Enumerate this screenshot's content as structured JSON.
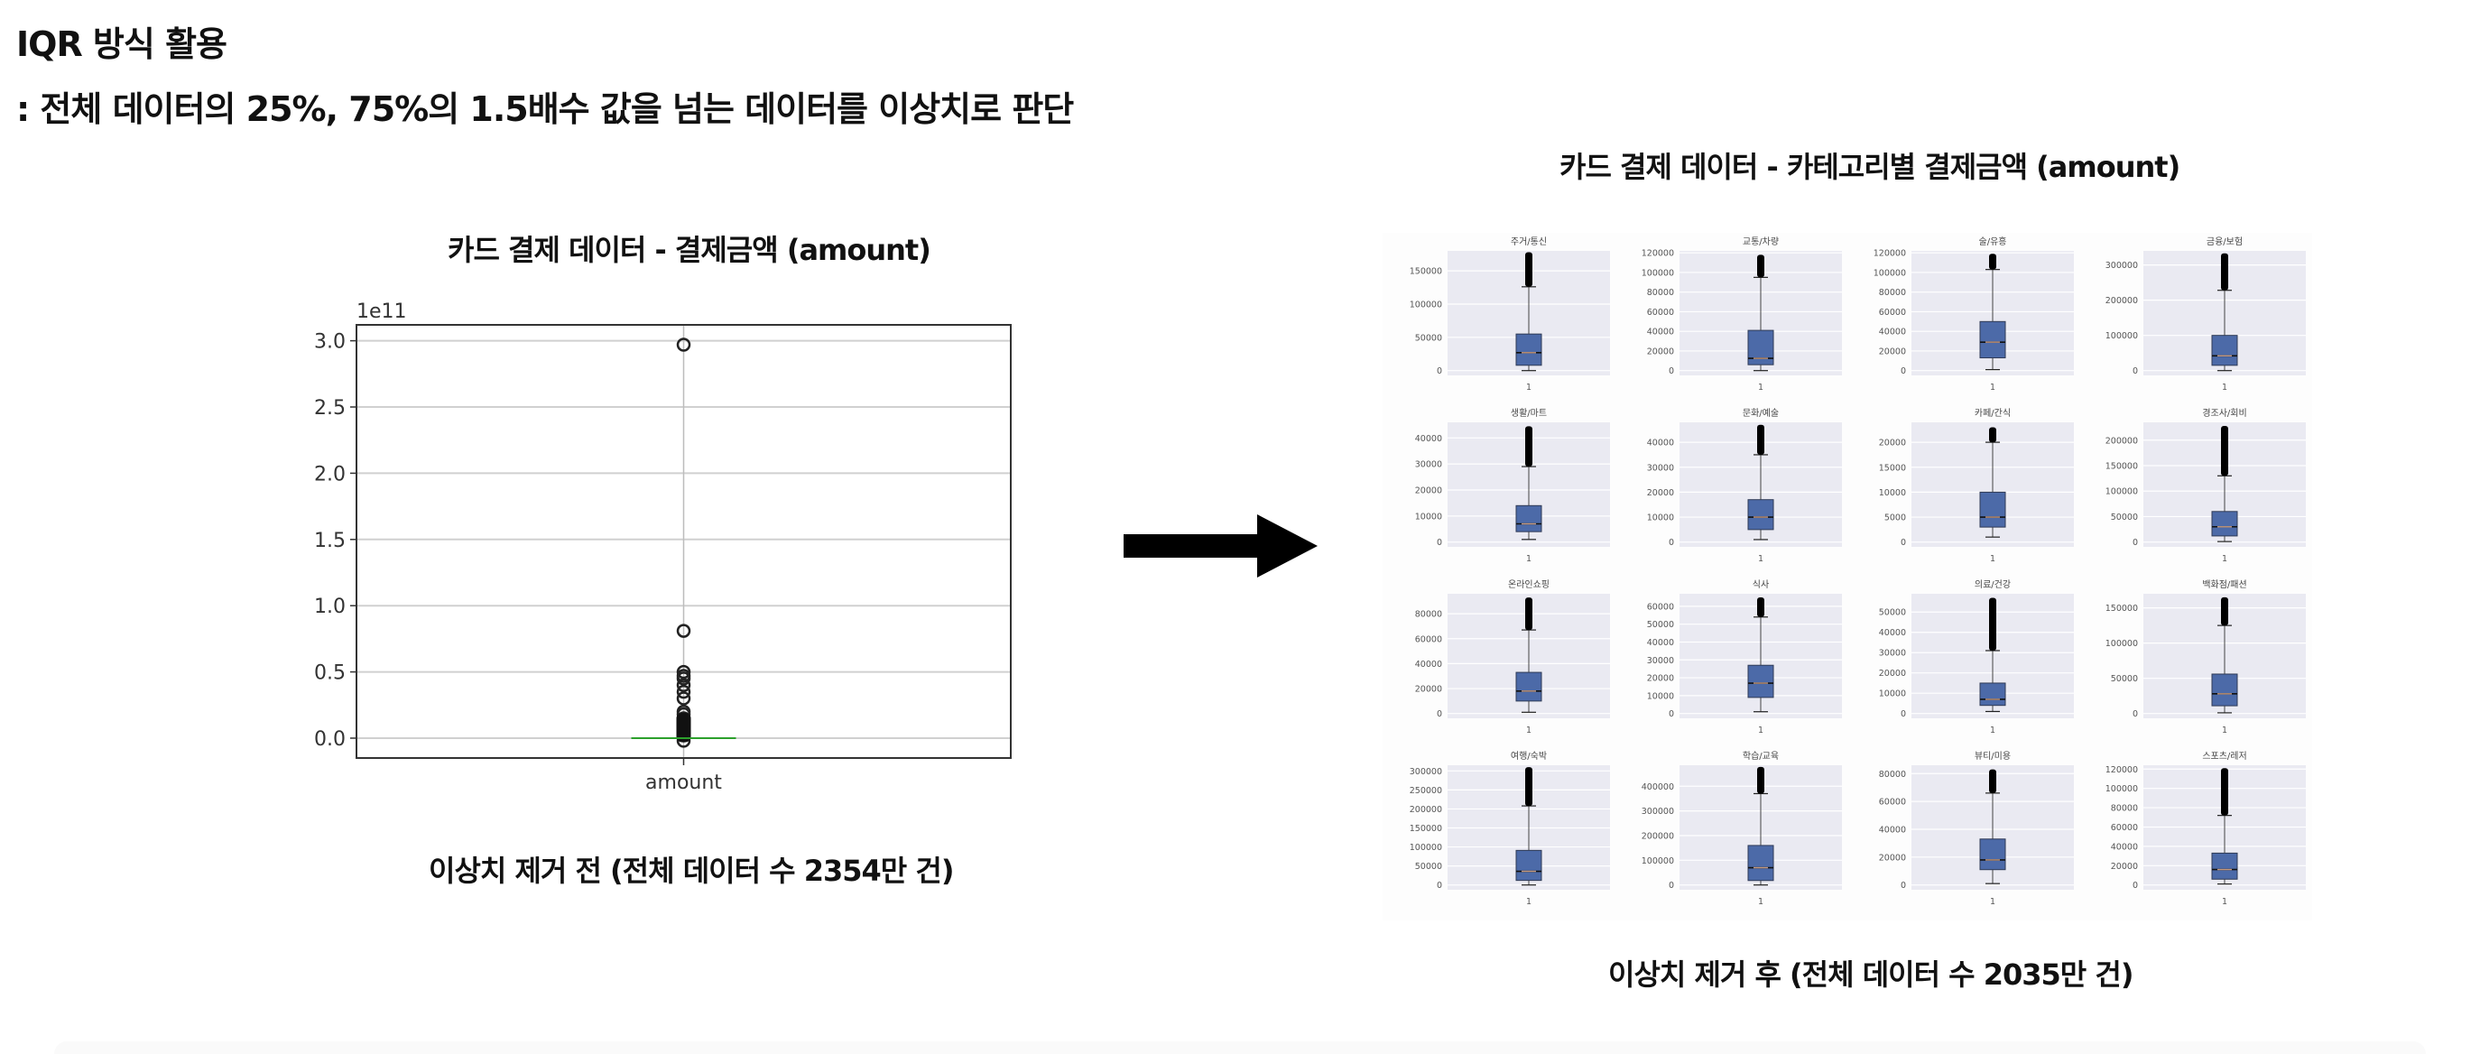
{
  "header": {
    "title": "IQR 방식 활용",
    "subtitle": ": 전체 데이터의 25%, 75%의 1.5배수 값을 넘는 데이터를 이상치로 판단"
  },
  "left_panel": {
    "title": "카드 결제 데이터 -  결제금액 (amount)",
    "caption": "이상치 제거 전 (전체 데이터 수 2354만 건)"
  },
  "right_panel": {
    "title": "카드 결제 데이터 - 카테고리별 결제금액 (amount)",
    "caption": "이상치 제거 후 (전체 데이터 수 2035만 건)"
  },
  "arrow": {
    "icon": "arrow-right-icon",
    "color": "#000000"
  },
  "colors": {
    "box_fill": "#4c6aa8",
    "facet_bg": "#eaeaf2",
    "median_line": "#c4977a",
    "before_median": "#2ca02c"
  },
  "chart_data": [
    {
      "type": "box",
      "title": "카드 결제 데이터 -  결제금액 (amount)",
      "xlabel": "",
      "ylabel": "",
      "categories": [
        "amount"
      ],
      "offset_label": "1e11",
      "yticks": [
        "0.0",
        "0.5",
        "1.0",
        "1.5",
        "2.0",
        "2.5",
        "3.0"
      ],
      "ylim": [
        -0.15,
        3.12
      ],
      "grid": true,
      "box": {
        "q1": 0.0,
        "median": 0.0,
        "q3": 0.0,
        "whisker_low": 0.0,
        "whisker_high": 0.0
      },
      "outliers": [
        2.97,
        0.81,
        0.5,
        0.47,
        0.45,
        0.4,
        0.35,
        0.3,
        0.2,
        0.18,
        0.15,
        0.12,
        0.1,
        0.08,
        0.05,
        0.02,
        -0.02
      ],
      "unit_scale": "1e11"
    },
    {
      "type": "box",
      "title": "카드 결제 데이터 - 카테고리별 결제금액 (amount)",
      "layout": "4x4 facets",
      "xtick": "1",
      "panels": [
        {
          "name": "주거/통신",
          "yticks": [
            0,
            50000,
            100000,
            150000
          ],
          "ymax": 180000,
          "q1": 8000,
          "median": 27000,
          "q3": 55000,
          "whisker_low": 0,
          "whisker_high": 126000,
          "outlier_max": 178000
        },
        {
          "name": "교통/차량",
          "yticks": [
            0,
            20000,
            40000,
            60000,
            80000,
            100000,
            120000
          ],
          "ymax": 122000,
          "q1": 6000,
          "median": 12500,
          "q3": 41000,
          "whisker_low": 0,
          "whisker_high": 95000,
          "outlier_max": 118000
        },
        {
          "name": "술/유흥",
          "yticks": [
            0,
            20000,
            40000,
            60000,
            80000,
            100000,
            120000
          ],
          "ymax": 122000,
          "q1": 13000,
          "median": 29000,
          "q3": 50000,
          "whisker_low": 1000,
          "whisker_high": 103000,
          "outlier_max": 119000
        },
        {
          "name": "금융/보험",
          "yticks": [
            0,
            100000,
            200000,
            300000
          ],
          "ymax": 340000,
          "q1": 15000,
          "median": 42000,
          "q3": 100000,
          "whisker_low": 0,
          "whisker_high": 228000,
          "outlier_max": 333000
        },
        {
          "name": "생활/마트",
          "yticks": [
            0,
            10000,
            20000,
            30000,
            40000
          ],
          "ymax": 46000,
          "q1": 4000,
          "median": 7000,
          "q3": 14000,
          "whisker_low": 1000,
          "whisker_high": 29000,
          "outlier_max": 44500
        },
        {
          "name": "문화/예술",
          "yticks": [
            0,
            10000,
            20000,
            30000,
            40000
          ],
          "ymax": 48000,
          "q1": 5000,
          "median": 10000,
          "q3": 17000,
          "whisker_low": 1000,
          "whisker_high": 35000,
          "outlier_max": 47000
        },
        {
          "name": "카페/간식",
          "yticks": [
            0,
            5000,
            10000,
            15000,
            20000
          ],
          "ymax": 24000,
          "q1": 3000,
          "median": 5000,
          "q3": 10000,
          "whisker_low": 1000,
          "whisker_high": 20000,
          "outlier_max": 23000
        },
        {
          "name": "경조사/회비",
          "yticks": [
            0,
            50000,
            100000,
            150000,
            200000
          ],
          "ymax": 235000,
          "q1": 12000,
          "median": 30000,
          "q3": 60000,
          "whisker_low": 1000,
          "whisker_high": 130000,
          "outlier_max": 228000
        },
        {
          "name": "온라인쇼핑",
          "yticks": [
            0,
            20000,
            40000,
            60000,
            80000
          ],
          "ymax": 96000,
          "q1": 10000,
          "median": 18000,
          "q3": 33000,
          "whisker_low": 1000,
          "whisker_high": 67000,
          "outlier_max": 93000
        },
        {
          "name": "식사",
          "yticks": [
            0,
            10000,
            20000,
            30000,
            40000,
            50000,
            60000
          ],
          "ymax": 67000,
          "q1": 9000,
          "median": 17000,
          "q3": 27000,
          "whisker_low": 1000,
          "whisker_high": 54000,
          "outlier_max": 65000
        },
        {
          "name": "의료/건강",
          "yticks": [
            0,
            10000,
            20000,
            30000,
            40000,
            50000
          ],
          "ymax": 59000,
          "q1": 4000,
          "median": 7000,
          "q3": 15000,
          "whisker_low": 1000,
          "whisker_high": 31000,
          "outlier_max": 57000
        },
        {
          "name": "백화점/패션",
          "yticks": [
            0,
            50000,
            100000,
            150000
          ],
          "ymax": 170000,
          "q1": 11000,
          "median": 28000,
          "q3": 56000,
          "whisker_low": 1000,
          "whisker_high": 125000,
          "outlier_max": 165000
        },
        {
          "name": "여행/숙박",
          "yticks": [
            0,
            50000,
            100000,
            150000,
            200000,
            250000,
            300000
          ],
          "ymax": 315000,
          "q1": 12000,
          "median": 36000,
          "q3": 91000,
          "whisker_low": 0,
          "whisker_high": 208000,
          "outlier_max": 310000
        },
        {
          "name": "학습/교육",
          "yticks": [
            0,
            100000,
            200000,
            300000,
            400000
          ],
          "ymax": 485000,
          "q1": 18000,
          "median": 70000,
          "q3": 160000,
          "whisker_low": 0,
          "whisker_high": 370000,
          "outlier_max": 478000
        },
        {
          "name": "뷰티/미용",
          "yticks": [
            0,
            20000,
            40000,
            60000,
            80000
          ],
          "ymax": 86000,
          "q1": 11000,
          "median": 18000,
          "q3": 33000,
          "whisker_low": 1000,
          "whisker_high": 66000,
          "outlier_max": 83000
        },
        {
          "name": "스포츠/레저",
          "yticks": [
            0,
            20000,
            40000,
            60000,
            80000,
            100000,
            120000
          ],
          "ymax": 124000,
          "q1": 6000,
          "median": 16000,
          "q3": 33000,
          "whisker_low": 1000,
          "whisker_high": 72000,
          "outlier_max": 121000
        }
      ]
    }
  ]
}
